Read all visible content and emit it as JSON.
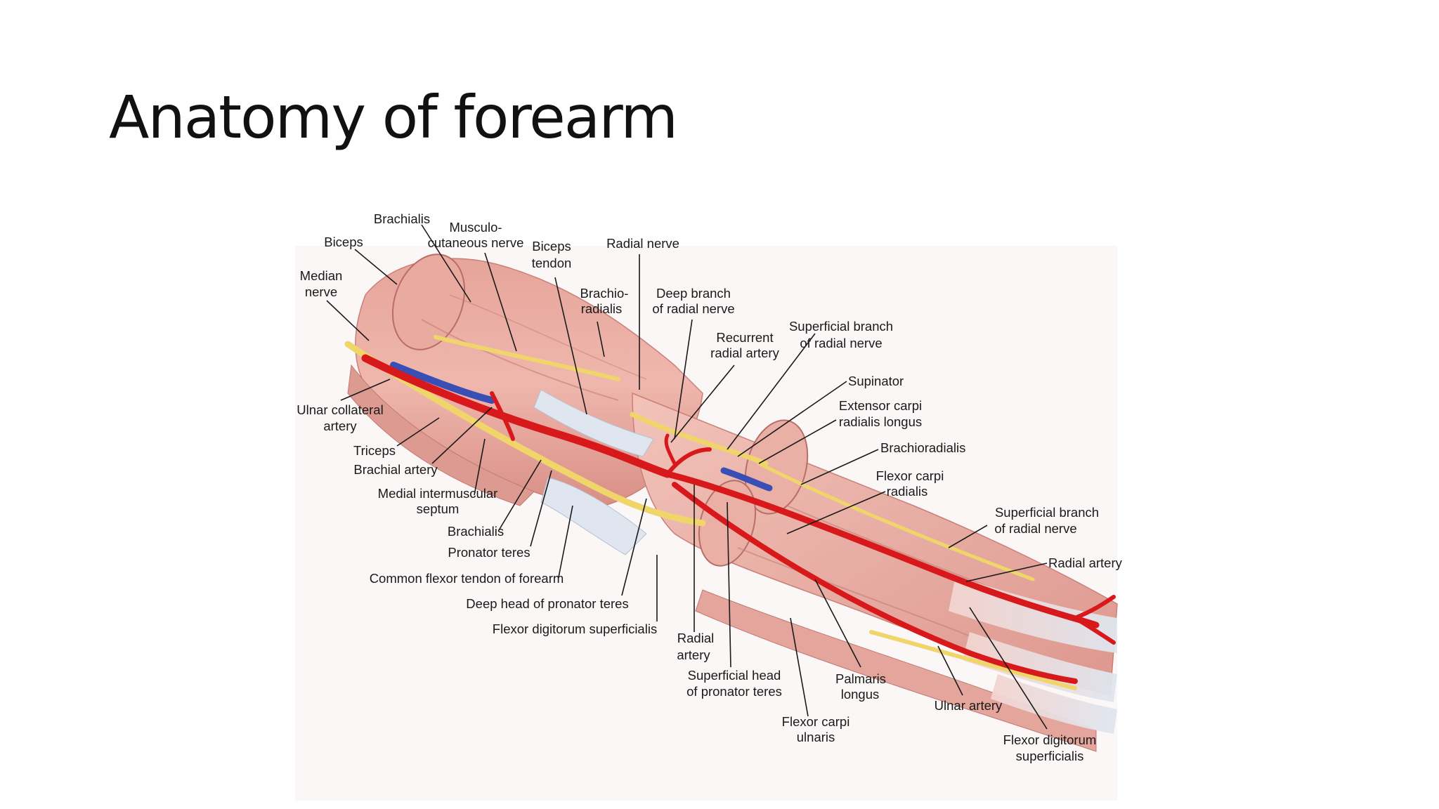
{
  "slide": {
    "title": "Anatomy of forearm"
  },
  "diagram": {
    "labels": {
      "brachialis_top": "Brachialis",
      "musculocutaneous_1": "Musculo-",
      "musculocutaneous_2": "cutaneous nerve",
      "biceps": "Biceps",
      "biceps_tendon_1": "Biceps",
      "biceps_tendon_2": "tendon",
      "radial_nerve": "Radial nerve",
      "median_nerve_1": "Median",
      "median_nerve_2": "nerve",
      "brachioradialis_top_1": "Brachio-",
      "brachioradialis_top_2": "radialis",
      "deep_branch_1": "Deep branch",
      "deep_branch_2": "of radial nerve",
      "recurrent_1": "Recurrent",
      "recurrent_2": "radial artery",
      "superficial_branch_top_1": "Superficial branch",
      "superficial_branch_top_2": "of radial nerve",
      "supinator": "Supinator",
      "ecrl_1": "Extensor carpi",
      "ecrl_2": "radialis longus",
      "ulnar_collateral_1": "Ulnar collateral",
      "ulnar_collateral_2": "artery",
      "brachioradialis_right": "Brachioradialis",
      "triceps": "Triceps",
      "brachial_artery": "Brachial artery",
      "fcr_1": "Flexor carpi",
      "fcr_2": "radialis",
      "medial_septum_1": "Medial intermuscular",
      "medial_septum_2": "septum",
      "brachialis_low": "Brachialis",
      "superficial_branch_right_1": "Superficial branch",
      "superficial_branch_right_2": "of radial nerve",
      "pronator_teres": "Pronator teres",
      "radial_artery_right": "Radial artery",
      "common_flexor": "Common flexor tendon of forearm",
      "deep_head": "Deep head of pronator teres",
      "fds_left": "Flexor digitorum superficialis",
      "radial_artery_low_1": "Radial",
      "radial_artery_low_2": "artery",
      "superficial_head_1": "Superficial head",
      "superficial_head_2": "of pronator teres",
      "palmaris_1": "Palmaris",
      "palmaris_2": "longus",
      "ulnar_artery": "Ulnar artery",
      "fcu_1": "Flexor carpi",
      "fcu_2": "ulnaris",
      "fds_right_1": "Flexor digitorum",
      "fds_right_2": "superficialis"
    }
  }
}
